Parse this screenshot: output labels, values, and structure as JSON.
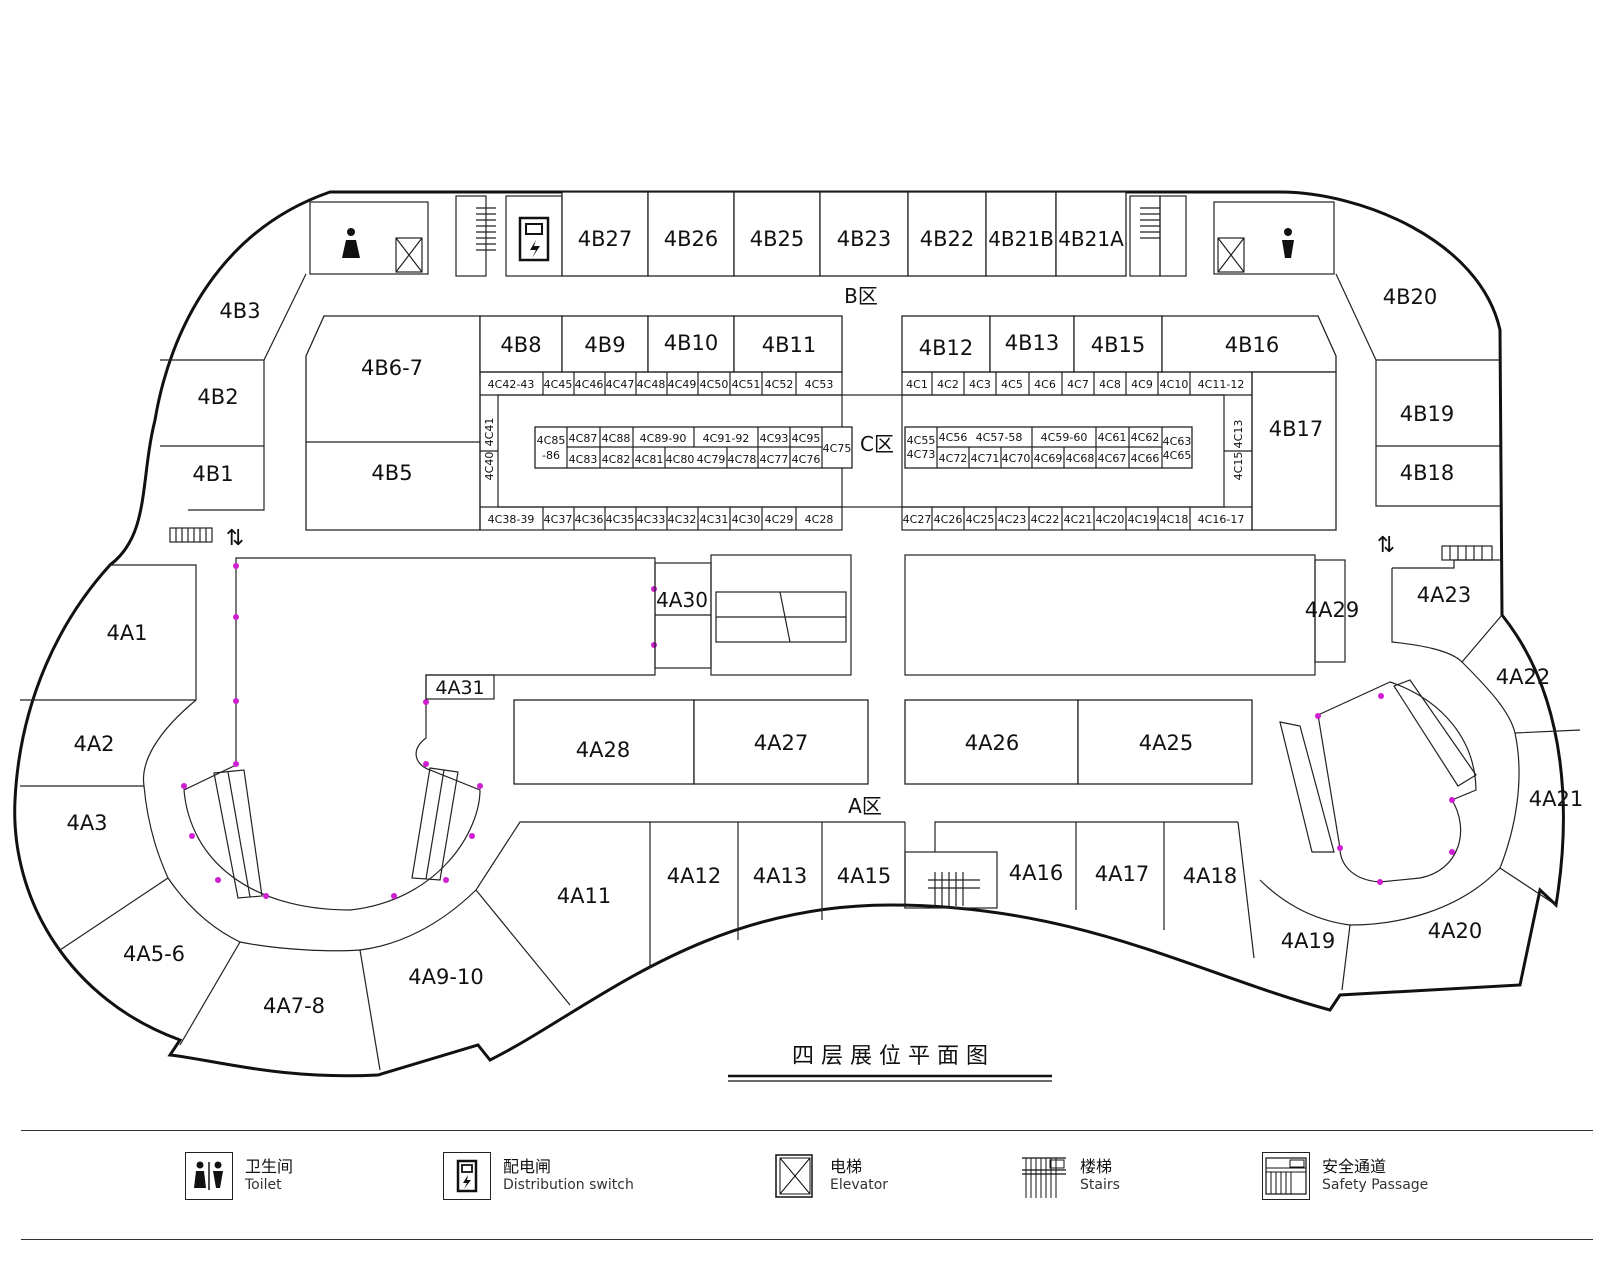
{
  "zones": {
    "b": "B区",
    "c": "C区",
    "a": "A区"
  },
  "title": "四 层 展 位 平 面 图",
  "b_top": [
    "4B27",
    "4B26",
    "4B25",
    "4B23",
    "4B22",
    "4B21B",
    "4B21A"
  ],
  "b_left": [
    "4B3",
    "4B2",
    "4B1",
    "4B6-7",
    "4B5"
  ],
  "b_right": [
    "4B20",
    "4B19",
    "4B18",
    "4B17"
  ],
  "b_inner": [
    "4B8",
    "4B9",
    "4B10",
    "4B11",
    "4B12",
    "4B13",
    "4B15",
    "4B16"
  ],
  "c_top_left": [
    "4C42-43",
    "4C45",
    "4C46",
    "4C47",
    "4C48",
    "4C49",
    "4C50",
    "4C51",
    "4C52",
    "4C53"
  ],
  "c_top_right": [
    "4C1",
    "4C2",
    "4C3",
    "4C5",
    "4C6",
    "4C7",
    "4C8",
    "4C9",
    "4C10",
    "4C11-12"
  ],
  "c_bottom_left": [
    "4C38-39",
    "4C37",
    "4C36",
    "4C35",
    "4C33",
    "4C32",
    "4C31",
    "4C30",
    "4C29",
    "4C28"
  ],
  "c_bottom_right": [
    "4C27",
    "4C26",
    "4C25",
    "4C23",
    "4C22",
    "4C21",
    "4C20",
    "4C19",
    "4C18",
    "4C16-17"
  ],
  "c_side": [
    "4C41",
    "4C40",
    "4C13",
    "4C15"
  ],
  "c_island_left_top": [
    "4C87",
    "4C88",
    "4C89-90",
    "4C91-92",
    "4C93",
    "4C95"
  ],
  "c_island_left_bottom": [
    "4C83",
    "4C82",
    "4C81",
    "4C80",
    "4C79",
    "4C78",
    "4C77",
    "4C76"
  ],
  "c_island_left_end": [
    "4C85",
    "-86",
    "4C75"
  ],
  "c_island_right_top": [
    "4C56",
    "4C57-58",
    "4C59-60",
    "4C61",
    "4C62"
  ],
  "c_island_right_bottom": [
    "4C72",
    "4C71",
    "4C70",
    "4C69",
    "4C68",
    "4C67",
    "4C66"
  ],
  "c_island_right_end": [
    "4C55",
    "4C73",
    "4C63",
    "4C65"
  ],
  "a_left": [
    "4A1",
    "4A2",
    "4A3",
    "4A5-6",
    "4A7-8",
    "4A9-10"
  ],
  "a_center": [
    "4A30",
    "4A31",
    "4A28",
    "4A27",
    "4A26",
    "4A25",
    "4A29"
  ],
  "a_bottom": [
    "4A11",
    "4A12",
    "4A13",
    "4A15",
    "4A16",
    "4A17",
    "4A18"
  ],
  "a_right": [
    "4A23",
    "4A22",
    "4A21",
    "4A20",
    "4A19"
  ],
  "legend": [
    {
      "cn": "卫生间",
      "en": "Toilet",
      "icon": "toilet-icon"
    },
    {
      "cn": "配电闸",
      "en": "Distribution switch",
      "icon": "distribution-switch-icon"
    },
    {
      "cn": "电梯",
      "en": "Elevator",
      "icon": "elevator-icon"
    },
    {
      "cn": "楼梯",
      "en": "Stairs",
      "icon": "stairs-icon"
    },
    {
      "cn": "安全通道",
      "en": "Safety Passage",
      "icon": "safety-passage-icon"
    }
  ],
  "colors": {
    "line": "#111111",
    "marker": "#d01fd0",
    "background": "#ffffff"
  }
}
